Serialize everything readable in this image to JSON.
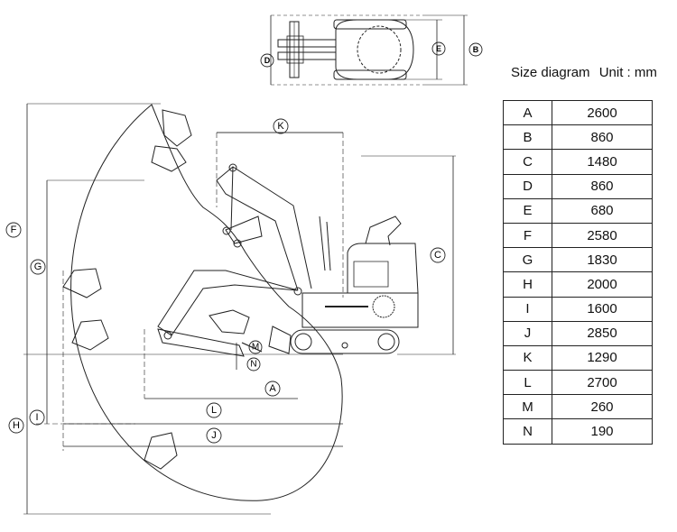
{
  "caption": {
    "title": "Size diagram",
    "unit": "Unit : mm"
  },
  "dimensions": [
    {
      "key": "A",
      "value": "2600"
    },
    {
      "key": "B",
      "value": "860"
    },
    {
      "key": "C",
      "value": "1480"
    },
    {
      "key": "D",
      "value": "860"
    },
    {
      "key": "E",
      "value": "680"
    },
    {
      "key": "F",
      "value": "2580"
    },
    {
      "key": "G",
      "value": "1830"
    },
    {
      "key": "H",
      "value": "2000"
    },
    {
      "key": "I",
      "value": "1600"
    },
    {
      "key": "J",
      "value": "2850"
    },
    {
      "key": "K",
      "value": "1290"
    },
    {
      "key": "L",
      "value": "2700"
    },
    {
      "key": "M",
      "value": "260"
    },
    {
      "key": "N",
      "value": "190"
    }
  ],
  "markers": {
    "A": "A",
    "B": "B",
    "C": "C",
    "D": "D",
    "E": "E",
    "F": "F",
    "G": "G",
    "H": "H",
    "I": "I",
    "J": "J",
    "K": "K",
    "L": "L",
    "M": "M",
    "N": "N"
  }
}
